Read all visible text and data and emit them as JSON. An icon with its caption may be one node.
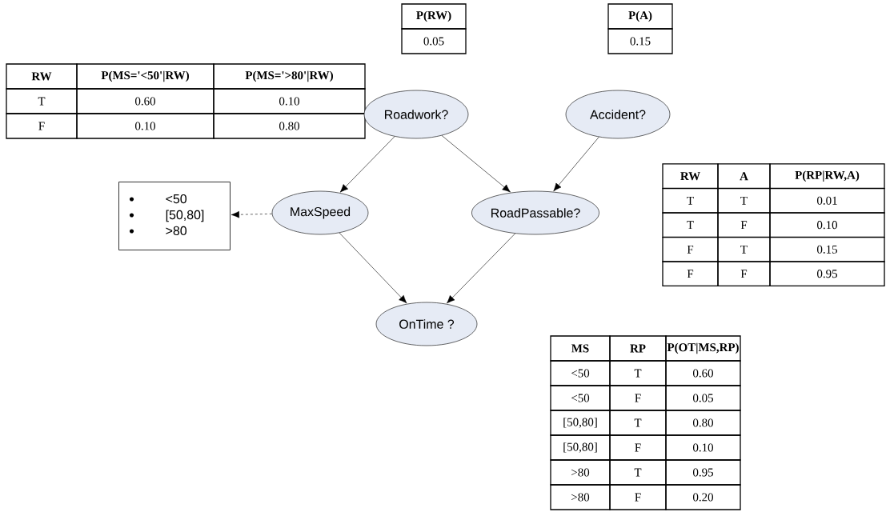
{
  "diagram": {
    "nodes": [
      {
        "text": [
          "Roadwork?"
        ]
      },
      {
        "text": [
          "Accident?"
        ]
      },
      {
        "text": [
          "MaxSpeed"
        ]
      },
      {
        "text": [
          "RoadPassable?"
        ]
      },
      {
        "text": [
          "OnTime ?"
        ]
      },
      {
        "text": [
          "<50",
          "[50,80]",
          ">80"
        ]
      }
    ],
    "edges": [
      {
        "from": 0,
        "to": 2,
        "arrow": "to"
      },
      {
        "from": 0,
        "to": 3,
        "arrow": "to"
      },
      {
        "from": 1,
        "to": 3,
        "arrow": "to"
      },
      {
        "from": 2,
        "to": 4,
        "arrow": "to"
      },
      {
        "from": 3,
        "to": 4,
        "arrow": "to"
      },
      {
        "from": 2,
        "to": 5,
        "arrow": "to",
        "style": "dashed"
      }
    ],
    "labels": [
      "P(RW)",
      "0.05",
      "P(A)",
      "0.15",
      "RW",
      "P(MS='<50'|RW)",
      "P(MS='>80'|RW)",
      "T",
      "0.60",
      "0.10",
      "F",
      "0.10",
      "0.80",
      "RW",
      "A",
      "P(RP|RW,A)",
      "T",
      "T",
      "0.01",
      "T",
      "F",
      "0.10",
      "F",
      "T",
      "0.15",
      "F",
      "F",
      "0.95",
      "MS",
      "RP",
      "P(OT|MS,RP)",
      "<50",
      "T",
      "0.60",
      "<50",
      "F",
      "0.05",
      "[50,80]",
      "T",
      "0.80",
      "[50,80]",
      "F",
      "0.10",
      ">80",
      "T",
      "0.95",
      ">80",
      "F",
      "0.20"
    ]
  }
}
